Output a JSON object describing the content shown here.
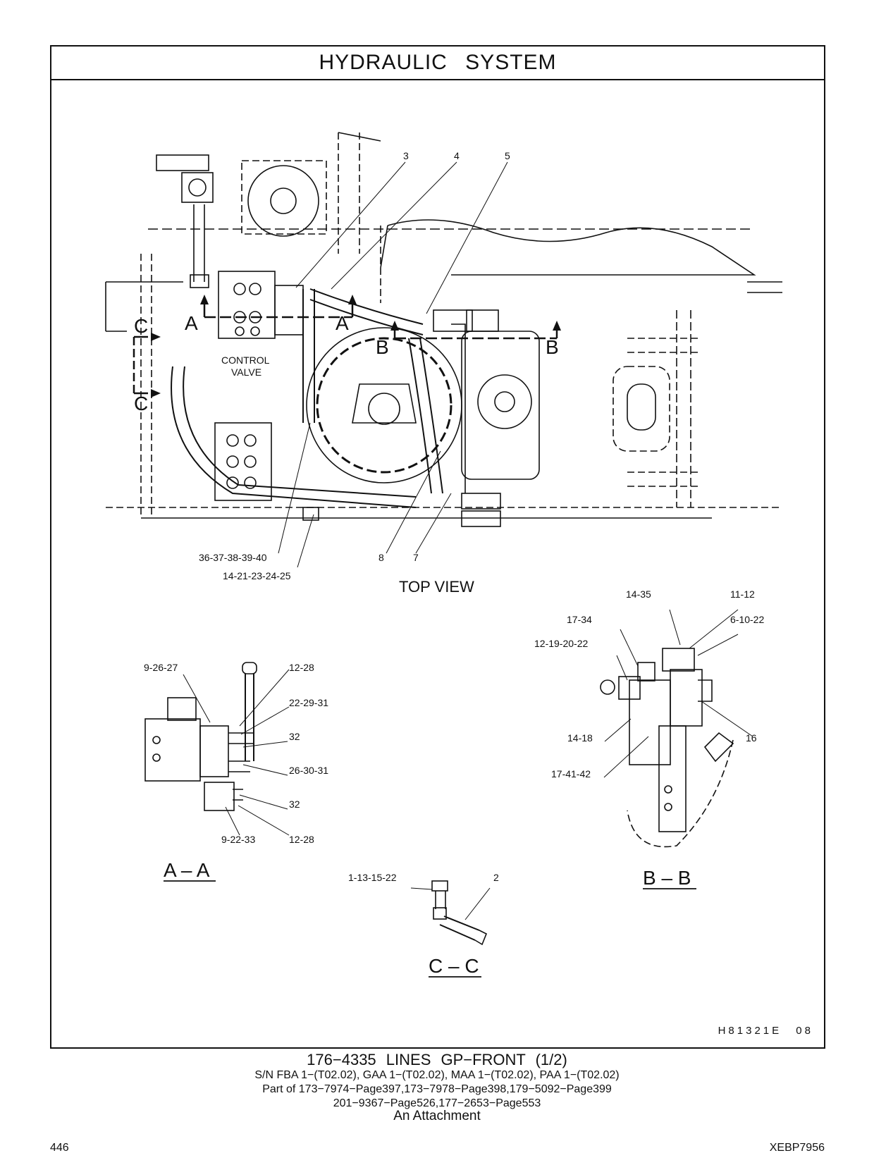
{
  "title": "HYDRAULIC SYSTEM",
  "top_view": {
    "label": "TOP VIEW",
    "control_valve": [
      "CONTROL",
      "VALVE"
    ],
    "section_markers": [
      "C",
      "C",
      "A",
      "A",
      "B",
      "B"
    ],
    "callouts": [
      "3",
      "4",
      "5",
      "36-37-38-39-40",
      "14-21-23-24-25",
      "8",
      "7"
    ]
  },
  "section_aa": {
    "label": "A – A",
    "callouts": [
      "9-26-27",
      "12-28",
      "22-29-31",
      "32",
      "26-30-31",
      "32",
      "9-22-33",
      "12-28"
    ]
  },
  "section_bb": {
    "label": "B – B",
    "callouts": [
      "14-35",
      "11-12",
      "17-34",
      "6-10-22",
      "12-19-20-22",
      "16",
      "14-18",
      "17-41-42"
    ]
  },
  "section_cc": {
    "label": "C – C",
    "callouts": [
      "1-13-15-22",
      "2"
    ]
  },
  "drawing_code": "H81321E 08",
  "caption": {
    "line1": "176−4335 LINES GP−FRONT (1/2)",
    "line2": "S/N FBA 1−(T02.02), GAA 1−(T02.02), MAA 1−(T02.02), PAA 1−(T02.02)",
    "line3": "Part of 173−7974−Page397,173−7978−Page398,179−5092−Page399",
    "line4": "201−9367−Page526,177−2653−Page553",
    "line5": "An Attachment"
  },
  "page_number": "446",
  "doc_id": "XEBP7956"
}
